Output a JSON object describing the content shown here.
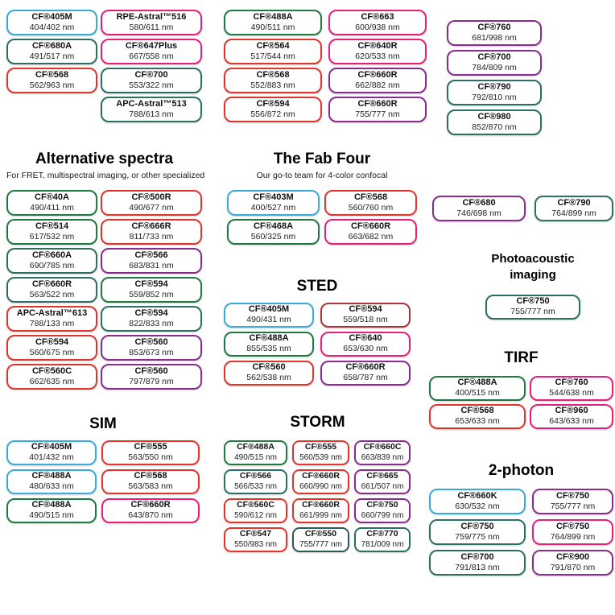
{
  "colors": {
    "blue": "#3aa9dc",
    "green": "#1f7a3f",
    "teal": "#2c6e62",
    "red": "#e2342b",
    "pink": "#e91e77",
    "purple": "#8a2b8f",
    "darkred": "#a93439",
    "darkteal": "#2a5c5c"
  },
  "sections": [
    {
      "id": "top-a",
      "title": "",
      "subtitle": "",
      "pills": [
        {
          "n": "CF®405M",
          "v": "404/402 nm",
          "c": "blue"
        },
        {
          "n": "CF®680A",
          "v": "491/517 nm",
          "c": "teal"
        },
        {
          "n": "CF®568",
          "v": "562/963 nm",
          "c": "red"
        }
      ]
    },
    {
      "id": "top-b",
      "title": "",
      "subtitle": "",
      "pills": [
        {
          "n": "RPE-Astral™516",
          "v": "580/611 nm",
          "c": "pink"
        },
        {
          "n": "CF®647Plus",
          "v": "667/558 nm",
          "c": "pink"
        },
        {
          "n": "CF®700",
          "v": "553/322 nm",
          "c": "teal"
        },
        {
          "n": "APC-Astral™513",
          "v": "788/613 nm",
          "c": "teal"
        }
      ]
    },
    {
      "id": "top-c",
      "title": "",
      "subtitle": "",
      "pills": [
        {
          "n": "CF®488A",
          "v": "490/511 nm",
          "c": "green"
        },
        {
          "n": "CF®564",
          "v": "517/544 nm",
          "c": "red"
        },
        {
          "n": "CF®568",
          "v": "552/883 nm",
          "c": "red"
        },
        {
          "n": "CF®594",
          "v": "556/872 nm",
          "c": "red"
        }
      ]
    },
    {
      "id": "top-d",
      "title": "",
      "subtitle": "",
      "pills": [
        {
          "n": "CF®663",
          "v": "600/938 nm",
          "c": "pink"
        },
        {
          "n": "CF®640R",
          "v": "620/533 nm",
          "c": "pink"
        },
        {
          "n": "CF®660R",
          "v": "662/882 nm",
          "c": "purple"
        },
        {
          "n": "CF®660R",
          "v": "755/777 nm",
          "c": "purple"
        }
      ]
    },
    {
      "id": "top-e",
      "title": "",
      "subtitle": "",
      "pills": [
        {
          "n": "CF®760",
          "v": "681/998 nm",
          "c": "purple"
        },
        {
          "n": "CF®700",
          "v": "784/809 nm",
          "c": "purple"
        },
        {
          "n": "CF®790",
          "v": "792/810 nm",
          "c": "teal"
        },
        {
          "n": "CF®980",
          "v": "852/870 nm",
          "c": "teal"
        }
      ]
    },
    {
      "id": "alt",
      "title": "Alternative spectra",
      "subtitle": "For FRET, multispectral imaging, or other specialized",
      "pills": [
        {
          "n": "CF®40A",
          "v": "490/411 nm",
          "c": "green"
        },
        {
          "n": "CF®500R",
          "v": "490/677 nm",
          "c": "red"
        },
        {
          "n": "CF®514",
          "v": "617/532 nm",
          "c": "green"
        },
        {
          "n": "CF®666R",
          "v": "811/733 nm",
          "c": "red"
        },
        {
          "n": "CF®660A",
          "v": "690/785 nm",
          "c": "teal"
        },
        {
          "n": "CF®566",
          "v": "683/831 nm",
          "c": "purple"
        },
        {
          "n": "CF®660R",
          "v": "563/522 nm",
          "c": "teal"
        },
        {
          "n": "CF®594",
          "v": "559/852 nm",
          "c": "green"
        },
        {
          "n": "APC-Astral™613",
          "v": "788/133 nm",
          "c": "red"
        },
        {
          "n": "CF®594",
          "v": "822/833 nm",
          "c": "teal"
        },
        {
          "n": "CF®594",
          "v": "560/675 nm",
          "c": "red"
        },
        {
          "n": "CF®560",
          "v": "853/673 nm",
          "c": "purple"
        },
        {
          "n": "CF®560C",
          "v": "662/635 nm",
          "c": "red"
        },
        {
          "n": "CF®560",
          "v": "797/879 nm",
          "c": "purple"
        }
      ]
    },
    {
      "id": "fab",
      "title": "The Fab Four",
      "subtitle": "Our go-to team for 4-color confocal",
      "pills": [
        {
          "n": "CF®403M",
          "v": "400/527 nm",
          "c": "blue"
        },
        {
          "n": "CF®568",
          "v": "560/760 nm",
          "c": "red"
        },
        {
          "n": "CF®468A",
          "v": "560/325 nm",
          "c": "green"
        },
        {
          "n": "CF®660R",
          "v": "663/682 nm",
          "c": "pink"
        }
      ]
    },
    {
      "id": "mid-right",
      "title": "",
      "subtitle": "",
      "pills": [
        {
          "n": "CF®680",
          "v": "746/698 nm",
          "c": "purple"
        },
        {
          "n": "CF®790",
          "v": "764/899 nm",
          "c": "teal"
        }
      ]
    },
    {
      "id": "photo",
      "title": "Photoacoustic imaging",
      "subtitle": "",
      "pills": [
        {
          "n": "CF®750",
          "v": "755/777 nm",
          "c": "teal"
        }
      ]
    },
    {
      "id": "sted",
      "title": "STED",
      "subtitle": "",
      "pills": [
        {
          "n": "CF®405M",
          "v": "490/431 nm",
          "c": "blue"
        },
        {
          "n": "CF®594",
          "v": "559/518 nm",
          "c": "darkred"
        },
        {
          "n": "CF®488A",
          "v": "855/535 nm",
          "c": "green"
        },
        {
          "n": "CF®640",
          "v": "653/630 nm",
          "c": "pink"
        },
        {
          "n": "CF®560",
          "v": "562/538 nm",
          "c": "red"
        },
        {
          "n": "CF®660R",
          "v": "658/787 nm",
          "c": "purple"
        }
      ]
    },
    {
      "id": "tirf",
      "title": "TIRF",
      "subtitle": "",
      "pills": [
        {
          "n": "CF®488A",
          "v": "400/515 nm",
          "c": "green"
        },
        {
          "n": "CF®760",
          "v": "544/638 nm",
          "c": "pink"
        },
        {
          "n": "CF®568",
          "v": "653/633 nm",
          "c": "red"
        },
        {
          "n": "CF®960",
          "v": "643/633 nm",
          "c": "pink"
        }
      ]
    },
    {
      "id": "sim",
      "title": "SIM",
      "subtitle": "",
      "pills": [
        {
          "n": "CF®405M",
          "v": "401/432 nm",
          "c": "blue"
        },
        {
          "n": "CF®555",
          "v": "563/550 nm",
          "c": "red"
        },
        {
          "n": "CF®488A",
          "v": "480/633 nm",
          "c": "blue"
        },
        {
          "n": "CF®568",
          "v": "563/583 nm",
          "c": "red"
        },
        {
          "n": "CF®488A",
          "v": "490/515 nm",
          "c": "green"
        },
        {
          "n": "CF®660R",
          "v": "643/870 nm",
          "c": "pink"
        }
      ]
    },
    {
      "id": "storm",
      "title": "STORM",
      "subtitle": "",
      "pills": [
        {
          "n": "CF®488A",
          "v": "490/515 nm",
          "c": "green"
        },
        {
          "n": "CF®555",
          "v": "560/539 nm",
          "c": "red"
        },
        {
          "n": "CF®660C",
          "v": "663/839 nm",
          "c": "purple"
        },
        {
          "n": "CF®566",
          "v": "566/533 nm",
          "c": "teal"
        },
        {
          "n": "CF®660R",
          "v": "660/990 nm",
          "c": "red"
        },
        {
          "n": "CF®665",
          "v": "661/507 nm",
          "c": "purple"
        },
        {
          "n": "CF®560C",
          "v": "590/612 nm",
          "c": "red"
        },
        {
          "n": "CF®660R",
          "v": "661/999 nm",
          "c": "red"
        },
        {
          "n": "CF®750",
          "v": "660/799 nm",
          "c": "purple"
        },
        {
          "n": "CF®547",
          "v": "550/983 nm",
          "c": "red"
        },
        {
          "n": "CF®550",
          "v": "755/777 nm",
          "c": "darkteal"
        },
        {
          "n": "CF®770",
          "v": "781/009 nm",
          "c": "teal"
        }
      ]
    },
    {
      "id": "twop",
      "title": "2-photon",
      "subtitle": "",
      "pills": [
        {
          "n": "CF®660K",
          "v": "630/532 nm",
          "c": "blue"
        },
        {
          "n": "CF®750",
          "v": "755/777 nm",
          "c": "purple"
        },
        {
          "n": "CF®750",
          "v": "759/775 nm",
          "c": "teal"
        },
        {
          "n": "CF®750",
          "v": "764/899 nm",
          "c": "pink"
        },
        {
          "n": "CF®700",
          "v": "791/813 nm",
          "c": "teal"
        },
        {
          "n": "CF®900",
          "v": "791/870 nm",
          "c": "purple"
        }
      ]
    }
  ]
}
